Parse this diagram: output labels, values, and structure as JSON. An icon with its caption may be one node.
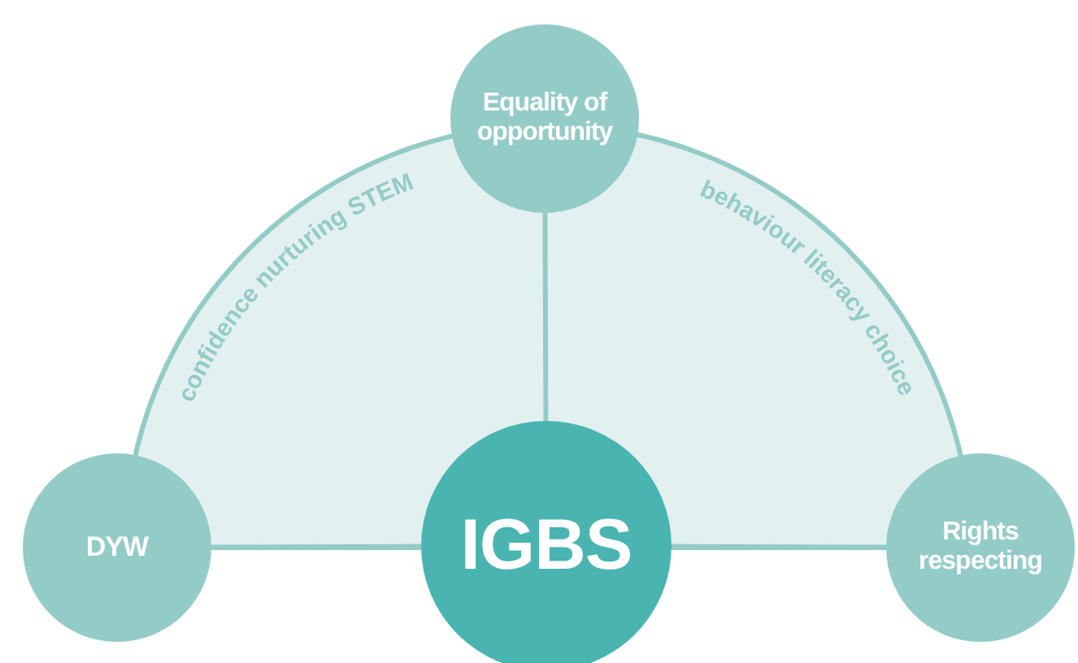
{
  "diagram": {
    "nodes": [
      {
        "text": [
          "Equality of opportunity"
        ]
      },
      {
        "text": [
          "DYW"
        ]
      },
      {
        "text": [
          "IGBS"
        ]
      },
      {
        "text": [
          "Rights respecting"
        ]
      }
    ],
    "edges": [
      {
        "from": 0,
        "to": 2,
        "arrow": "none"
      },
      {
        "from": 1,
        "to": 2,
        "arrow": "none"
      },
      {
        "from": 2,
        "to": 3,
        "arrow": "none"
      }
    ],
    "labels": [
      "confidence nurturing STEM",
      "behaviour literacy choice"
    ]
  }
}
